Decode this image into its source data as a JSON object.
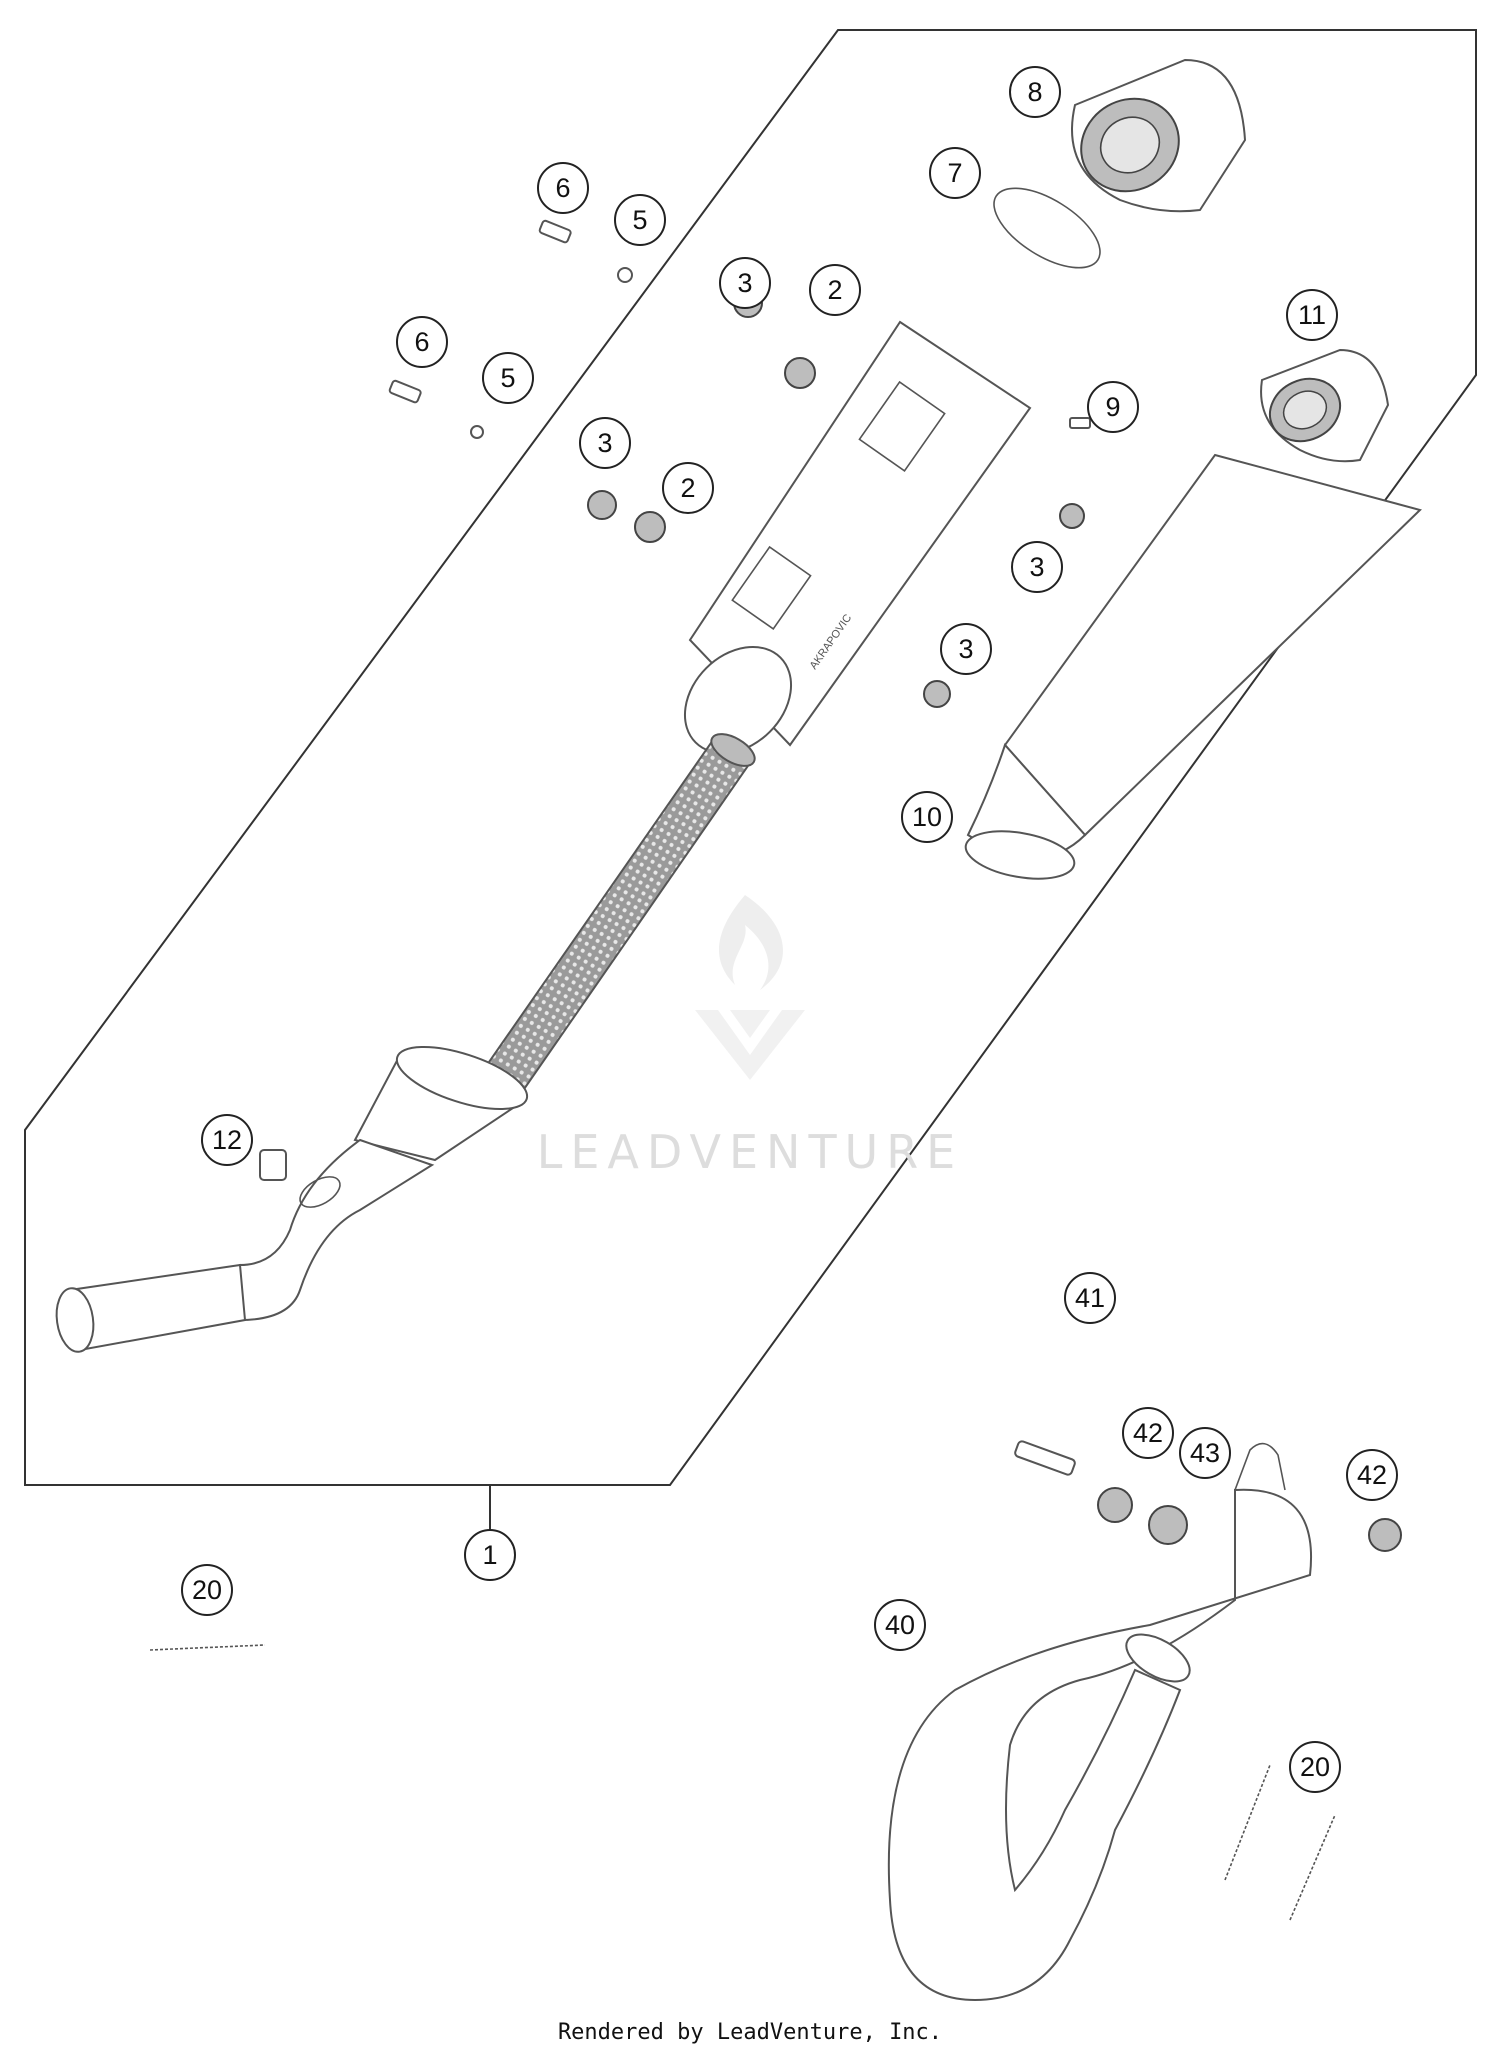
{
  "watermark": {
    "brand": "LEADVENTURE"
  },
  "footer": {
    "credit": "Rendered by LeadVenture, Inc."
  },
  "callouts": [
    {
      "label": "1"
    },
    {
      "label": "2"
    },
    {
      "label": "2"
    },
    {
      "label": "3"
    },
    {
      "label": "3"
    },
    {
      "label": "3"
    },
    {
      "label": "3"
    },
    {
      "label": "5"
    },
    {
      "label": "5"
    },
    {
      "label": "6"
    },
    {
      "label": "6"
    },
    {
      "label": "7"
    },
    {
      "label": "8"
    },
    {
      "label": "9"
    },
    {
      "label": "10"
    },
    {
      "label": "11"
    },
    {
      "label": "12"
    },
    {
      "label": "20"
    },
    {
      "label": "20"
    },
    {
      "label": "40"
    },
    {
      "label": "41"
    },
    {
      "label": "42"
    },
    {
      "label": "42"
    },
    {
      "label": "43"
    }
  ],
  "stamp": "AKRAPOVIC"
}
